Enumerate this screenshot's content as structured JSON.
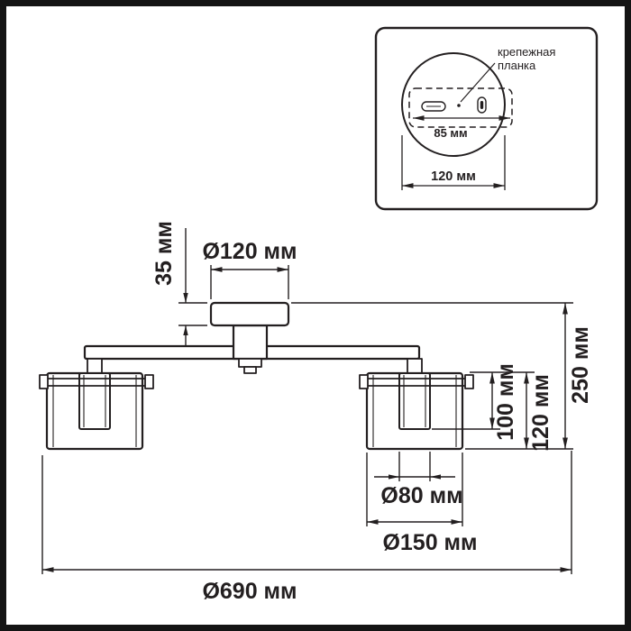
{
  "inset": {
    "bracket_label_line1": "крепежная",
    "bracket_label_line2": "планка",
    "holes_distance": "85 мм",
    "plate_diameter": "120 мм"
  },
  "dims": {
    "canopy_diameter": "Ø120 мм",
    "canopy_height": "35 мм",
    "fixture_height": "250 мм",
    "shade_total_height": "120 мм",
    "inner_shade_height": "100 мм",
    "inner_shade_diameter": "Ø80 мм",
    "shade_diameter": "Ø150 мм",
    "fixture_diameter": "Ø690 мм"
  },
  "colors": {
    "line": "#231f20",
    "background": "#ffffff",
    "frame": "#141414"
  }
}
